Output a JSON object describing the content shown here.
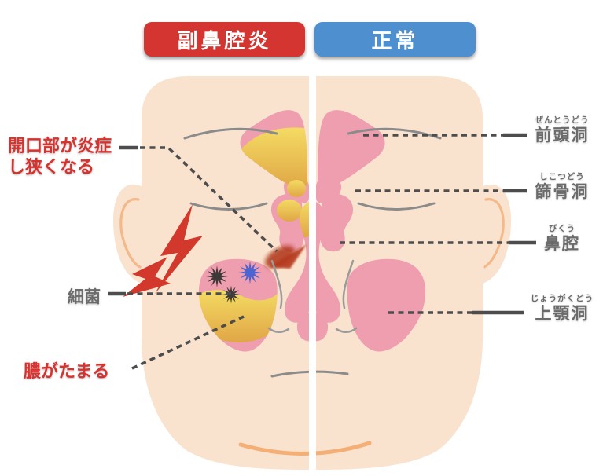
{
  "header": {
    "sinusitis_label": "副鼻腔炎",
    "normal_label": "正常",
    "sinusitis_color": "#d43530",
    "normal_color": "#4e8fd0"
  },
  "annotations": {
    "opening_inflamed": {
      "line1": "開口部が炎症",
      "line2": "し狭くなる"
    },
    "bacteria": "細菌",
    "pus": "膿がたまる",
    "frontal_sinus": {
      "furigana": "ぜんとうどう",
      "kanji": "前頭洞"
    },
    "ethmoid_sinus": {
      "furigana": "しこつどう",
      "kanji": "篩骨洞"
    },
    "nasal_cavity": {
      "furigana": "びくう",
      "kanji": "鼻腔"
    },
    "maxillary_sinus": {
      "furigana": "じょうがくどう",
      "kanji": "上顎洞"
    }
  },
  "colors": {
    "skin": "#fae3ce",
    "sinus_pink": "#ee9eaf",
    "pus_yellow_light": "#f4db63",
    "pus_yellow_dark": "#e0a646",
    "inflamed_red": "#b43521",
    "label_red": "#d7322e",
    "label_gray": "#6b6b6b",
    "lightning_red": "#d2382b",
    "bacteria_dark": "#3e3a39",
    "bacteria_blue": "#4c63d2",
    "divider_white": "#ffffff"
  }
}
